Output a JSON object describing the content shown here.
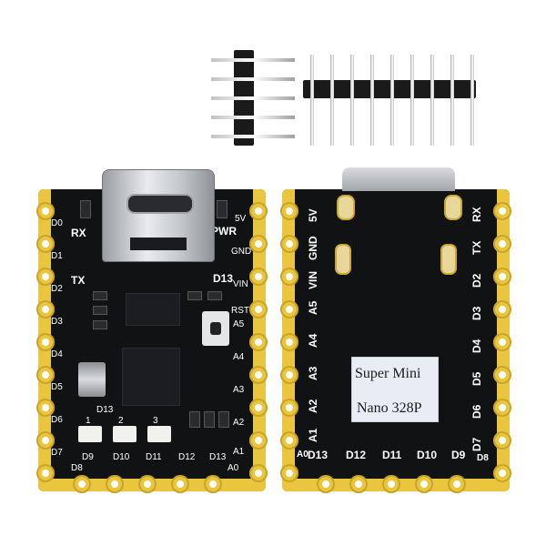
{
  "scene": {
    "background": "#ffffff",
    "board_color": "#111214",
    "gold_color": "#e9c63d",
    "silk_color": "#ffffff"
  },
  "front": {
    "left_labels": [
      "D0",
      "D1",
      "D2",
      "D3",
      "D4",
      "D5",
      "D6",
      "D7",
      "D8"
    ],
    "right_labels": [
      "5V",
      "GND",
      "VIN",
      "RST",
      "A5",
      "A4",
      "A3",
      "A2",
      "A1",
      "A0"
    ],
    "top_left": [
      "RX",
      "TX"
    ],
    "top_right": [
      "PWR",
      "D13"
    ],
    "bottom_labels": [
      "D9",
      "D10",
      "D11",
      "D12",
      "D13"
    ],
    "led_numbers": [
      "1",
      "2",
      "3"
    ],
    "led_label": "D13"
  },
  "back": {
    "left_labels": [
      "5V",
      "GND",
      "VIN",
      "A5",
      "A4",
      "A3",
      "A2",
      "A1",
      "A0"
    ],
    "right_labels": [
      "RX",
      "TX",
      "D2",
      "D3",
      "D4",
      "D5",
      "D6",
      "D7",
      "D8"
    ],
    "bottom_labels": [
      "D13",
      "D12",
      "D11",
      "D10",
      "D9"
    ],
    "sticker_line1": "Super Mini",
    "sticker_line2": "Nano 328P"
  }
}
